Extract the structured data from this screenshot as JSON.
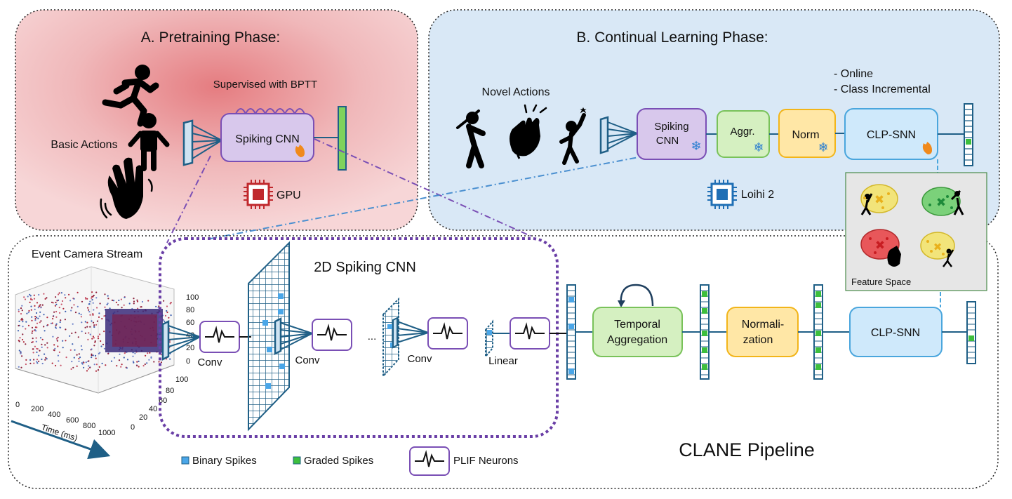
{
  "panel_a": {
    "title": "A. Pretraining Phase:",
    "training_method": "Supervised with BPTT",
    "basic_actions_label": "Basic Actions",
    "model_label_line1": "Spiking CNN",
    "hardware_label": "GPU"
  },
  "panel_b": {
    "title": "B. Continual Learning Phase:",
    "novel_actions_label": "Novel Actions",
    "mode_line1": "-   Online",
    "mode_line2": "-   Class Incremental",
    "blocks": {
      "spiking_cnn_line1": "Spiking",
      "spiking_cnn_line2": "CNN",
      "aggr": "Aggr.",
      "norm": "Norm",
      "clp": "CLP-SNN"
    },
    "hardware_label": "Loihi 2",
    "feature_space_label": "Feature Space"
  },
  "pipeline": {
    "event_stream_label": "Event Camera Stream",
    "cnn_title": "2D Spiking CNN",
    "conv_label_1": "Conv",
    "conv_label_2": "Conv",
    "conv_label_3": "Conv",
    "linear_label": "Linear",
    "ellipsis": "...",
    "temporal_line1": "Temporal",
    "temporal_line2": "Aggregation",
    "norm_line1": "Normali-",
    "norm_line2": "zation",
    "clp_label": "CLP-SNN",
    "pipeline_title": "CLANE Pipeline",
    "plot_z_ticks": [
      "100",
      "80",
      "60",
      "40",
      "20",
      "0"
    ],
    "plot_time_ticks": [
      "0",
      "200",
      "400",
      "600",
      "800",
      "1000"
    ],
    "plot_time_label": "Time (ms)",
    "plot_y_ticks": [
      "100",
      "80",
      "60",
      "40",
      "20",
      "0"
    ]
  },
  "legend": {
    "binary": "Binary Spikes",
    "graded": "Graded Spikes",
    "plif": "PLIF Neurons"
  },
  "colors": {
    "panel_a_center": "#e7898c",
    "panel_b_fill": "#d9e8f6",
    "purple_block": "#d8c8ec",
    "purple_border": "#7a4fb5",
    "green_block": "#d5f0c1",
    "green_border": "#79c25a",
    "yellow_block": "#ffe7a6",
    "yellow_border": "#f2b51a",
    "blue_block": "#cfe9fb",
    "blue_border": "#4aa6dd",
    "dark_blue": "#1f5f86",
    "binary_spike": "#4aa6e8",
    "graded_spike": "#3dbf3d"
  }
}
